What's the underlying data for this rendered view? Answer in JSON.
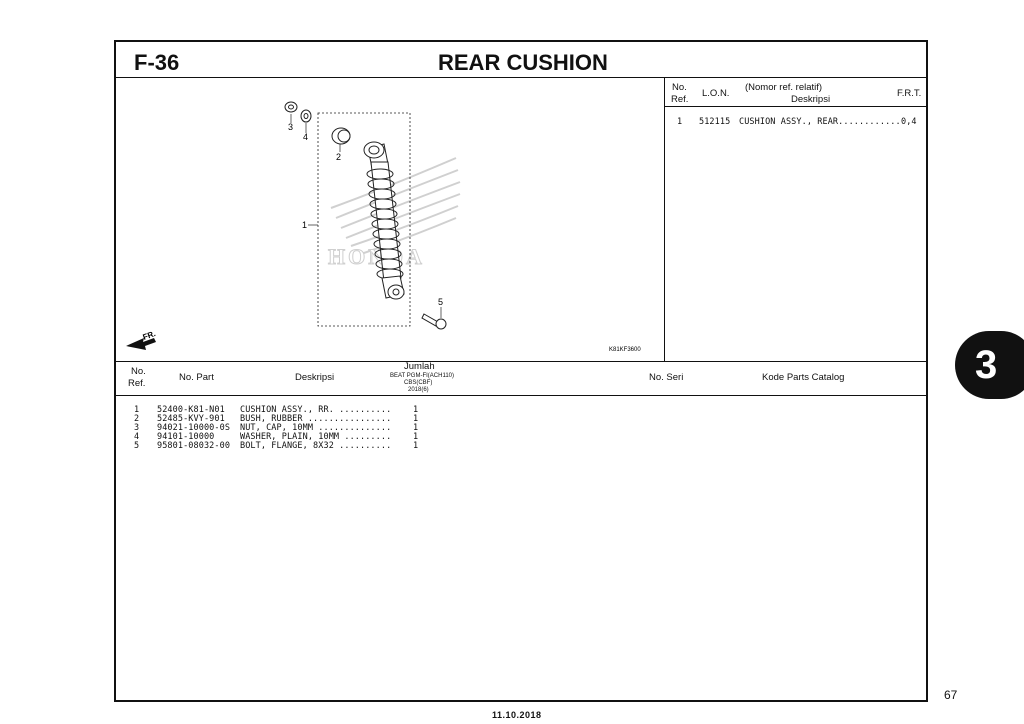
{
  "header": {
    "code": "F-36",
    "title": "REAR CUSHION"
  },
  "ref_table": {
    "col_no_line1": "No.",
    "col_no_line2": "Ref.",
    "col_lon": "L.O.N.",
    "col_desc_line1": "(Nomor ref. relatif)",
    "col_desc_line2": "Deskripsi",
    "col_frt": "F.R.T.",
    "rows": [
      {
        "no": "1",
        "lon": "512115",
        "desc": "CUSHION ASSY., REAR............",
        "frt": "0,4"
      }
    ]
  },
  "diagram": {
    "callouts": [
      "1",
      "2",
      "3",
      "4",
      "5"
    ],
    "direction_label": "FR.",
    "figure_code": "K81KF3600",
    "watermark": "HONDA"
  },
  "parts_table": {
    "col_no_line1": "No.",
    "col_no_line2": "Ref.",
    "col_part": "No. Part",
    "col_desc": "Deskripsi",
    "col_qty": "Jumlah",
    "col_qty_sub1": "BEAT PGM-FI(ACH110)",
    "col_qty_sub2": "CBS(CBF)",
    "col_qty_sub3": "2018(6)",
    "col_serial": "No. Seri",
    "col_catalog": "Kode Parts Catalog",
    "rows": [
      {
        "no": "1",
        "part": "52400-K81-N01",
        "desc": "CUSHION ASSY., RR. ..........",
        "qty": "1"
      },
      {
        "no": "2",
        "part": "52485-KVY-901",
        "desc": "BUSH, RUBBER ................",
        "qty": "1"
      },
      {
        "no": "3",
        "part": "94021-10000-0S",
        "desc": "NUT, CAP, 10MM ..............",
        "qty": "1"
      },
      {
        "no": "4",
        "part": "94101-10000",
        "desc": "WASHER, PLAIN, 10MM .........",
        "qty": "1"
      },
      {
        "no": "5",
        "part": "95801-08032-00",
        "desc": "BOLT, FLANGE, 8X32 ..........",
        "qty": "1"
      }
    ]
  },
  "section_tab": "3",
  "page_number": "67",
  "date": "11.10.2018"
}
